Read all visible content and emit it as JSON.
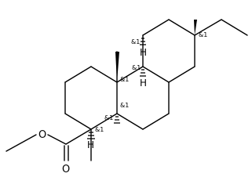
{
  "molecule": {
    "atom_labels": {
      "ester_single_oxygen": "O",
      "carbonyl_oxygen": "O",
      "h_top": "H",
      "h_middle": "H",
      "h_bottom": "H"
    },
    "stereo_labels": {
      "c_quaternary_ethyl": "&1",
      "c_angular_methyl": "&1",
      "c_ring_junction_top": "&1",
      "c_ring_junction_mid": "&1",
      "c_ring_junction_low": "&1",
      "c_ester_alpha": "&1",
      "c_ring_junction_bottom": "&1"
    },
    "colors": {
      "ink": "#000000",
      "background": "#ffffff"
    }
  }
}
